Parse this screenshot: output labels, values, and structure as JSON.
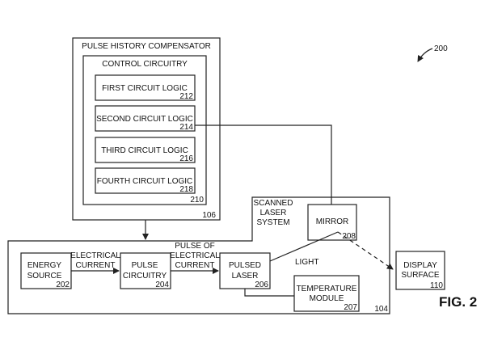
{
  "figure": {
    "ref_number": "200",
    "label": "FIG. 2"
  },
  "pulse_history_compensator": {
    "title": "PULSE HISTORY COMPENSATOR",
    "number": "106",
    "control_circuitry": {
      "title": "CONTROL CIRCUITRY",
      "number": "210",
      "logics": [
        {
          "label": "FIRST CIRCUIT LOGIC",
          "number": "212"
        },
        {
          "label": "SECOND CIRCUIT LOGIC",
          "number": "214"
        },
        {
          "label": "THIRD CIRCUIT LOGIC",
          "number": "216"
        },
        {
          "label": "FOURTH CIRCUIT LOGIC",
          "number": "218"
        }
      ]
    }
  },
  "scanned_laser_system": {
    "title_lines": [
      "SCANNED",
      "LASER",
      "SYSTEM"
    ],
    "number": "104",
    "energy_source": {
      "lines": [
        "ENERGY",
        "SOURCE"
      ],
      "number": "202"
    },
    "pulse_circuitry": {
      "lines": [
        "PULSE",
        "CIRCUITRY"
      ],
      "number": "204"
    },
    "pulsed_laser": {
      "lines": [
        "PULSED",
        "LASER"
      ],
      "number": "206"
    },
    "temperature_module": {
      "lines": [
        "TEMPERATURE",
        "MODULE"
      ],
      "number": "207"
    },
    "mirror": {
      "label": "MIRROR",
      "number": "208"
    }
  },
  "display_surface": {
    "lines": [
      "DISPLAY",
      "SURFACE"
    ],
    "number": "110"
  },
  "connections": {
    "electrical_current": [
      "ELECTRICAL",
      "CURRENT"
    ],
    "pulse_of_electrical_current": [
      "PULSE OF",
      "ELECTRICAL",
      "CURRENT"
    ],
    "light": "LIGHT"
  }
}
